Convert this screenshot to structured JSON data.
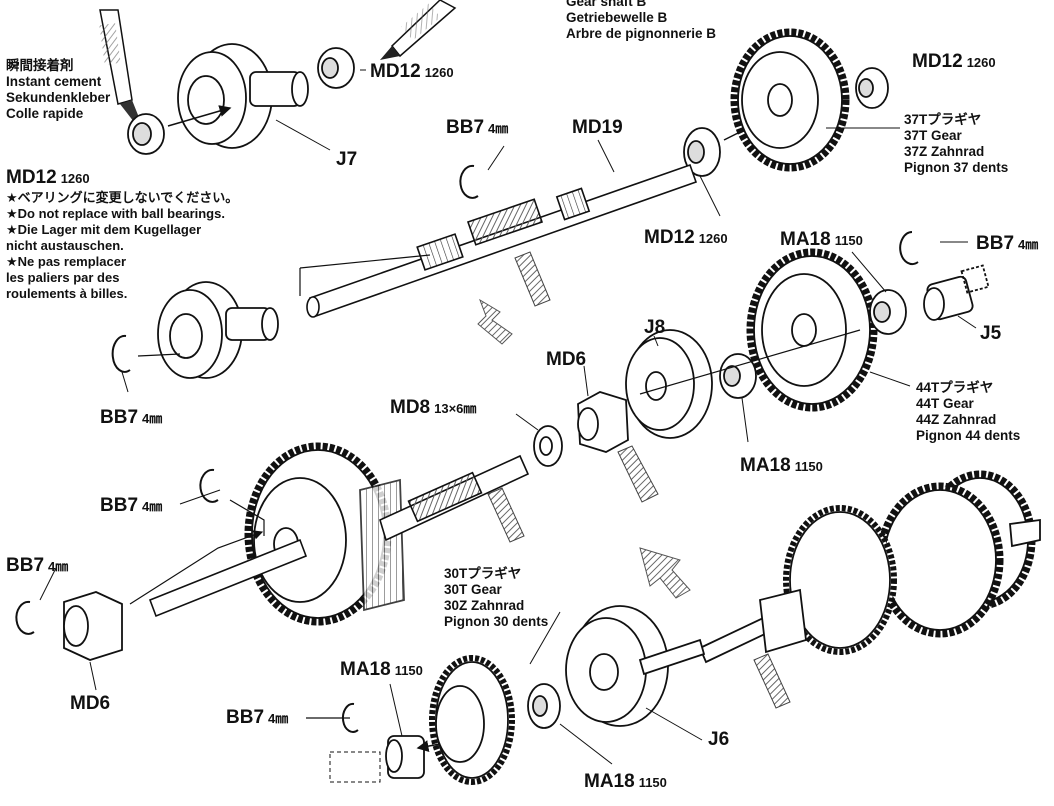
{
  "gear_shaft_b": [
    "Gear shaft B",
    "Getriebewelle B",
    "Arbre de pignonnerie B"
  ],
  "instant_cement": [
    "瞬間接着剤",
    "Instant cement",
    "Sekundenkleber",
    "Colle rapide"
  ],
  "bearing_note": [
    "★ベアリングに変更しないでください。",
    "★Do not replace with ball bearings.",
    "★Die Lager mit dem Kugellager",
    "nicht austauschen.",
    "★Ne pas remplacer",
    "les paliers par des",
    "roulements à billes."
  ],
  "gear_37": [
    "37Tプラギヤ",
    "37T Gear",
    "37Z Zahnrad",
    "Pignon 37 dents"
  ],
  "gear_44": [
    "44Tプラギヤ",
    "44T Gear",
    "44Z Zahnrad",
    "Pignon 44 dents"
  ],
  "gear_30": [
    "30Tプラギヤ",
    "30T Gear",
    "30Z Zahnrad",
    "Pignon 30 dents"
  ],
  "parts": {
    "md12_top": {
      "code": "MD12",
      "size": "1260"
    },
    "md12_left": {
      "code": "MD12",
      "size": "1260"
    },
    "md12_right_top": {
      "code": "MD12",
      "size": "1260"
    },
    "md12_mid": {
      "code": "MD12",
      "size": "1260"
    },
    "md19": {
      "code": "MD19"
    },
    "j7": {
      "code": "J7"
    },
    "bb7_top": {
      "code": "BB7",
      "size": "4㎜"
    },
    "bb7_right": {
      "code": "BB7",
      "size": "4㎜"
    },
    "bb7_left": {
      "code": "BB7",
      "size": "4㎜"
    },
    "bb7_mid": {
      "code": "BB7",
      "size": "4㎜"
    },
    "bb7_lower_left": {
      "code": "BB7",
      "size": "4㎜"
    },
    "bb7_bottom": {
      "code": "BB7",
      "size": "4㎜"
    },
    "ma18_top": {
      "code": "MA18",
      "size": "1150"
    },
    "ma18_mid": {
      "code": "MA18",
      "size": "1150"
    },
    "ma18_bottom_left": {
      "code": "MA18",
      "size": "1150"
    },
    "ma18_bottom_right": {
      "code": "MA18",
      "size": "1150"
    },
    "j5": {
      "code": "J5"
    },
    "j8": {
      "code": "J8"
    },
    "md6_mid": {
      "code": "MD6"
    },
    "md6_bottom": {
      "code": "MD6"
    },
    "md8": {
      "code": "MD8",
      "size": "13×6㎜"
    },
    "j6": {
      "code": "J6"
    }
  }
}
